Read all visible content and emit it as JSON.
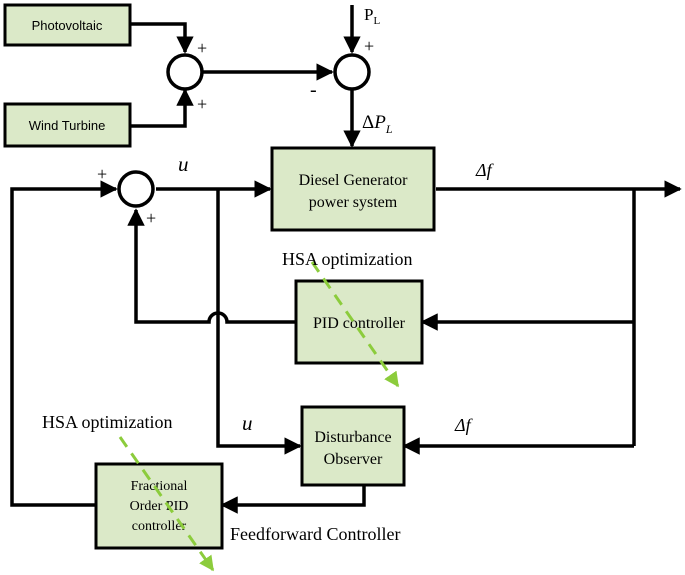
{
  "blocks": {
    "photovoltaic": "Photovoltaic",
    "wind_turbine": "Wind Turbine",
    "diesel_line1": "Diesel Generator",
    "diesel_line2": "power system",
    "pid": "PID controller",
    "observer_line1": "Disturbance",
    "observer_line2": "Observer",
    "fopid_line1": "Fractional",
    "fopid_line2": "Order PID",
    "fopid_line3": "controller"
  },
  "signals": {
    "pl_main": "P",
    "pl_sub": "L",
    "delta_pl_prefix": "Δ",
    "delta_pl_main": "P",
    "delta_pl_sub": "L",
    "u_top": "u",
    "u_bottom": "u",
    "delta_f_top": "Δf",
    "delta_f_bottom": "Δf"
  },
  "signs": {
    "plus_pv": "+",
    "plus_wind": "+",
    "plus_pl": "+",
    "minus_res": "-",
    "plus_ctrl_left": "+",
    "plus_ctrl_bottom": "+"
  },
  "annotations": {
    "hsa_top": "HSA optimization",
    "hsa_bottom": "HSA optimization",
    "feedforward": "Feedforward Controller"
  },
  "colors": {
    "block_fill": "#dbe9c8",
    "arrow_dashed": "#8ccc3c"
  }
}
